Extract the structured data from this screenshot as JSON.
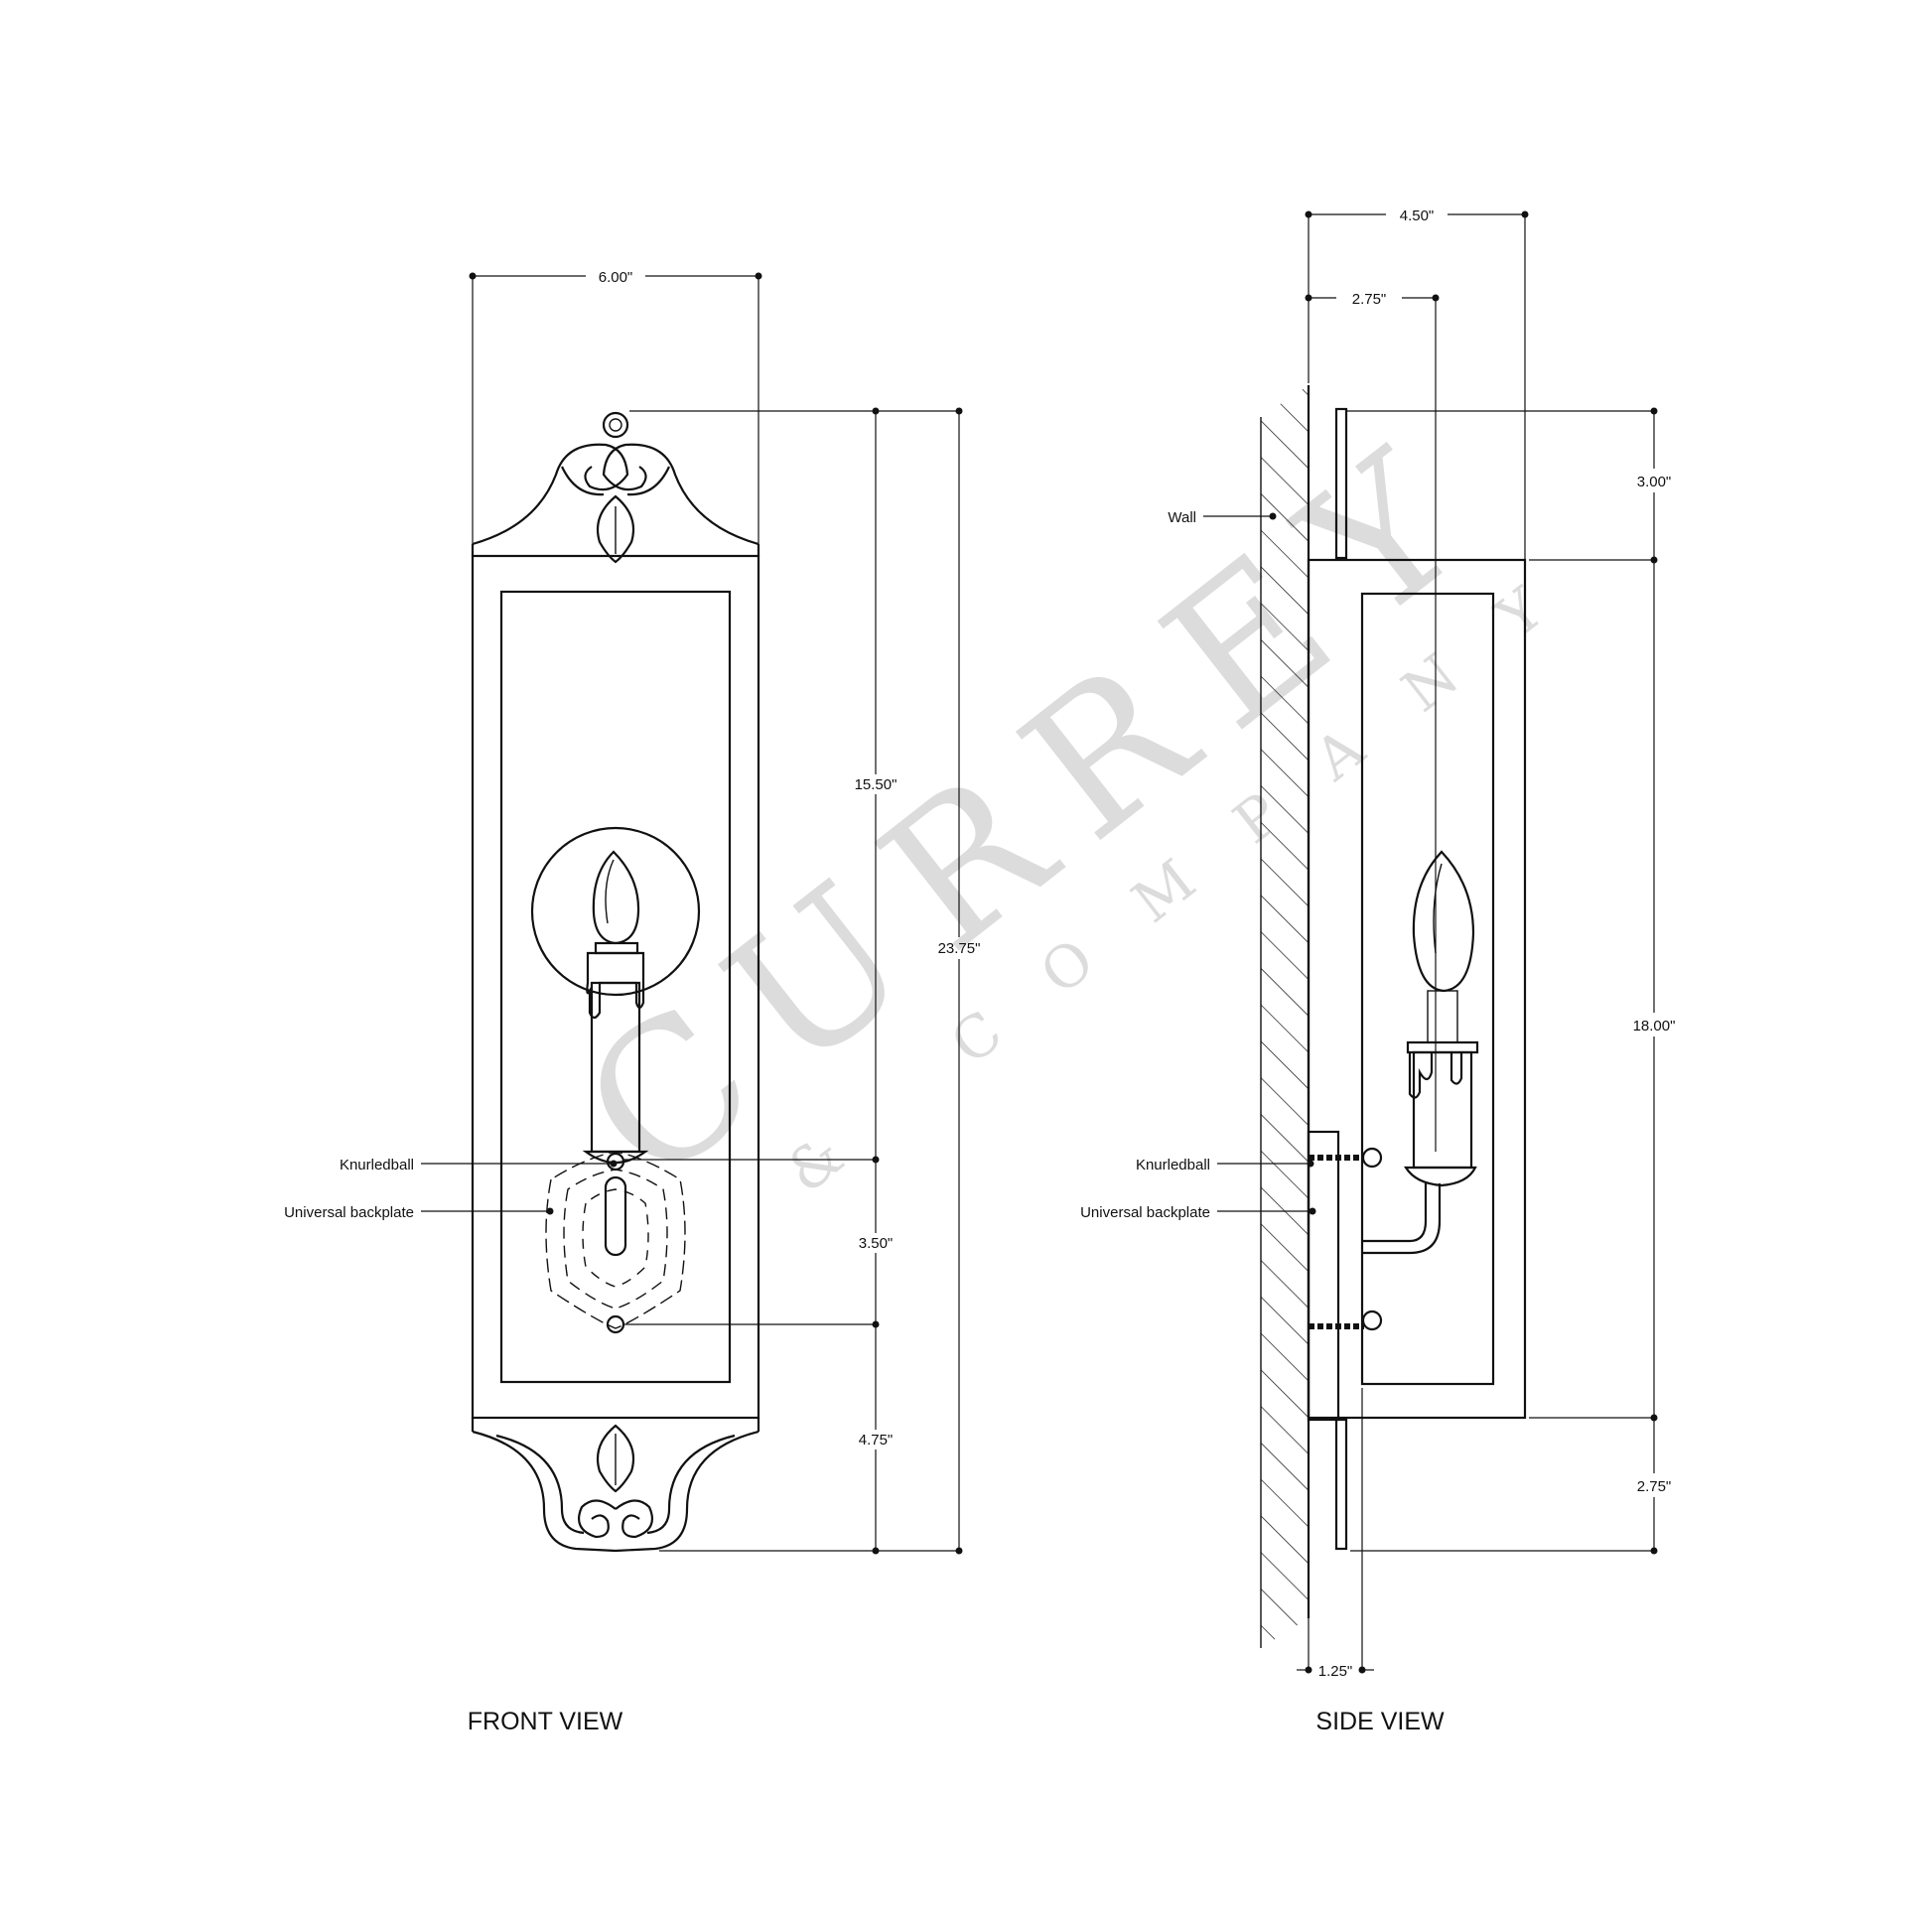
{
  "watermark": {
    "brand": "CURREY",
    "sub": "& COMPANY"
  },
  "front_view": {
    "title": "FRONT VIEW",
    "dims": {
      "width": "6.00\"",
      "body_upper": "15.50\"",
      "backplate": "3.50\"",
      "bottom": "4.75\"",
      "overall": "23.75\""
    },
    "labels": {
      "knurledball": "Knurledball",
      "backplate": "Universal backplate"
    }
  },
  "side_view": {
    "title": "SIDE VIEW",
    "dims": {
      "depth": "4.50\"",
      "candle_offset": "2.75\"",
      "top": "3.00\"",
      "body": "18.00\"",
      "bottom": "2.75\"",
      "plate": "1.25\""
    },
    "labels": {
      "wall": "Wall",
      "knurledball": "Knurledball",
      "backplate": "Universal backplate"
    }
  }
}
